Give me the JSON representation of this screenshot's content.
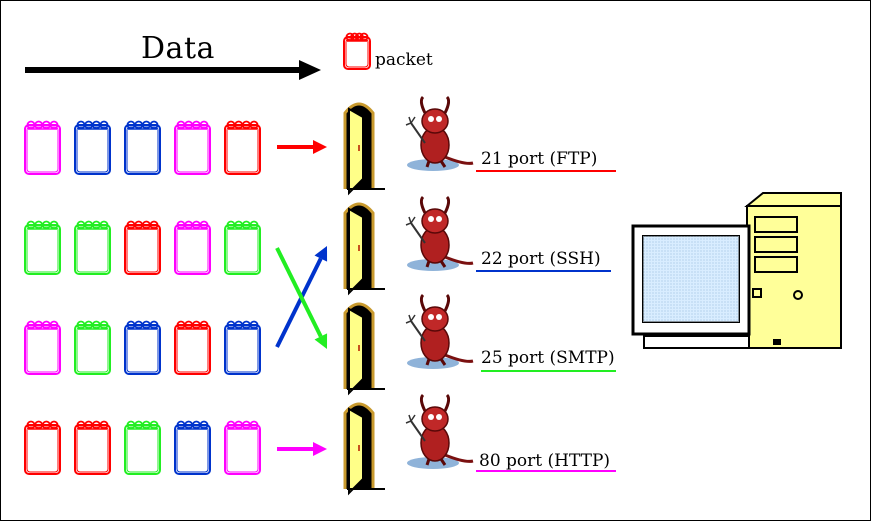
{
  "title": "Data",
  "legend": {
    "label": "packet",
    "color": "#ff0000"
  },
  "colors": {
    "red": "#ff0000",
    "blue": "#0033cc",
    "green": "#22ee22",
    "magenta": "#ff00ff"
  },
  "packet_rows": [
    [
      "magenta",
      "blue",
      "blue",
      "magenta",
      "red"
    ],
    [
      "green",
      "green",
      "red",
      "magenta",
      "green"
    ],
    [
      "magenta",
      "green",
      "blue",
      "red",
      "blue"
    ],
    [
      "red",
      "red",
      "green",
      "blue",
      "magenta"
    ]
  ],
  "ports": [
    {
      "label": "21 port (FTP)",
      "color": "#ff0000"
    },
    {
      "label": "22 port (SSH)",
      "color": "#0033cc"
    },
    {
      "label": "25 port (SMTP)",
      "color": "#22ee22"
    },
    {
      "label": "80 port (HTTP)",
      "color": "#ff00ff"
    }
  ],
  "arrows": [
    {
      "name": "red-arrow",
      "color": "#ff0000"
    },
    {
      "name": "blue-arrow",
      "color": "#0033cc"
    },
    {
      "name": "green-arrow",
      "color": "#22ee22"
    },
    {
      "name": "magenta-arrow",
      "color": "#ff00ff"
    }
  ],
  "icons": {
    "door": "door-icon",
    "daemon": "bsd-daemon-icon",
    "computer": "desktop-computer-icon",
    "packet": "packet-icon"
  }
}
